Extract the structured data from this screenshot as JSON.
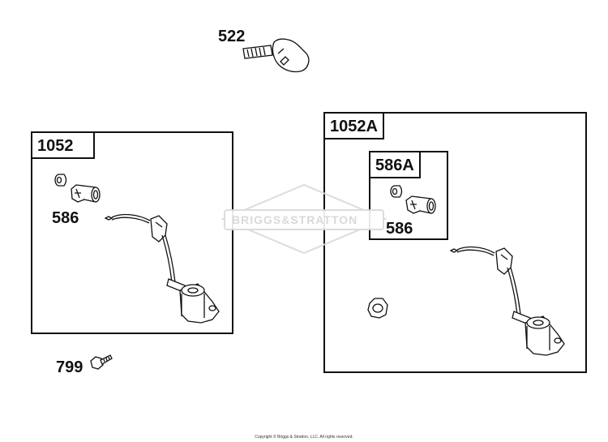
{
  "watermark": "BRIGGS&STRATTON",
  "copyright": "Copyright © Briggs & Stratton, LLC. All rights reserved.",
  "callouts": {
    "p522": "522",
    "p799": "799",
    "p586_left": "586",
    "p586_right": "586"
  },
  "boxes": {
    "left_title": "1052",
    "right_title": "1052A",
    "inner_title": "586A"
  },
  "colors": {
    "line": "#111111",
    "watermark": "#d9d9d9"
  }
}
